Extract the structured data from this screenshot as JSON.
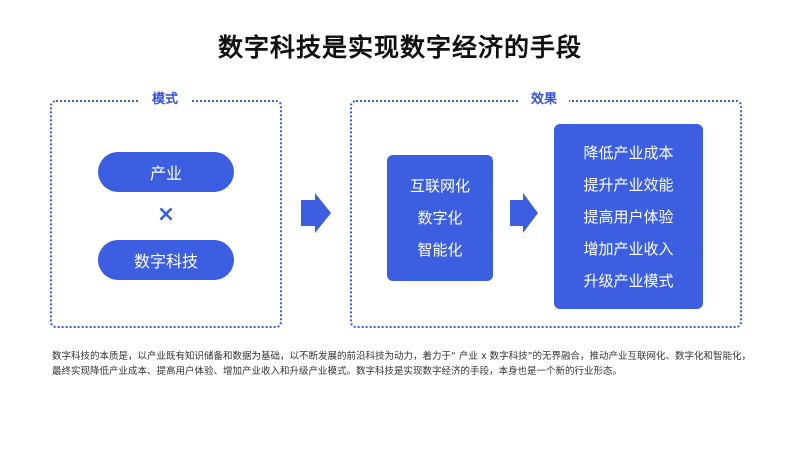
{
  "title": "数字科技是实现数字经济的手段",
  "left_panel": {
    "label": "模式",
    "pill_top": "产业",
    "times_symbol": "×",
    "pill_bottom": "数字科技"
  },
  "right_panel": {
    "label": "效果",
    "transform_items": [
      "互联网化",
      "数字化",
      "智能化"
    ],
    "effect_items": [
      "降低产业成本",
      "提升产业效能",
      "提高用户体验",
      "增加产业收入",
      "升级产业模式"
    ]
  },
  "caption": "数字科技的本质是，以产业既有知识储备和数据为基础，以不断发展的前沿科技为动力，着力于“ 产业 x 数字科技”的无界融合，推动产业互联网化、数字化和智能化，最终实现降低产业成本、提高用户体验、增加产业收入和升级产业模式。数字科技是实现数字经济的手段，本身也是一个新的行业形态。",
  "colors": {
    "accent": "#3b5fe0",
    "label_text": "#3352d6"
  },
  "icons": [
    "right-arrow-icon",
    "right-arrow-icon"
  ]
}
